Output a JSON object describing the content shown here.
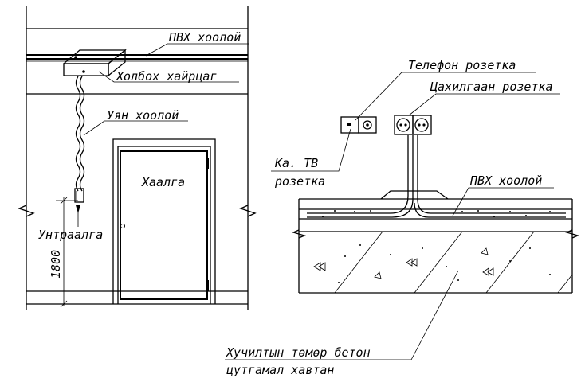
{
  "labels": {
    "pvc_pipe_left": "ПВХ хоолой",
    "junction_box": "Холбох хайрцаг",
    "flex_pipe": "Уян хоолой",
    "door": "Хаалга",
    "switch": "Унтраалга",
    "height_dim": "1800",
    "phone_socket": "Телефон розетка",
    "power_socket": "Цахилгаан розетка",
    "tv_socket_line1": "Ка. ТВ",
    "tv_socket_line2": "розетка",
    "pvc_pipe_right": "ПВХ хоолой",
    "slab_line1": "Хучилтын төмөр бетон",
    "slab_line2": "цутгамал хавтан"
  }
}
